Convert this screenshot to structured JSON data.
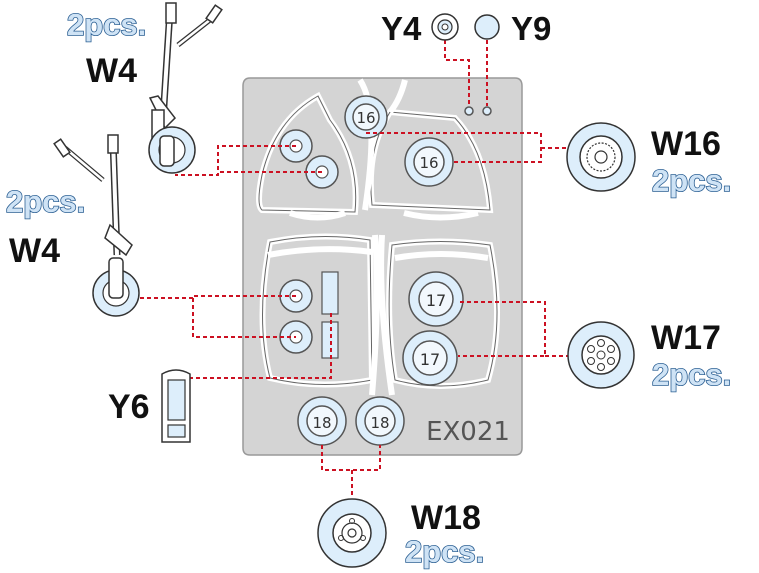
{
  "sheet": {
    "code": "EX021",
    "color": "#d4d4d4"
  },
  "callouts": {
    "w4_top": {
      "code": "W4",
      "qty": "2pcs."
    },
    "w4_left": {
      "code": "W4",
      "qty": "2pcs."
    },
    "y4": {
      "code": "Y4"
    },
    "y9": {
      "code": "Y9"
    },
    "w16": {
      "code": "W16",
      "qty": "2pcs."
    },
    "w17": {
      "code": "W17",
      "qty": "2pcs."
    },
    "w18": {
      "code": "W18",
      "qty": "2pcs."
    },
    "y6": {
      "code": "Y6"
    }
  },
  "mask_numbers": {
    "top_center": "16",
    "right_16": "16",
    "upper_17": "17",
    "lower_17": "17",
    "left_18": "18",
    "right_18": "18"
  },
  "colors": {
    "leader": "#cc1122",
    "mask_fill": "#ddeefb",
    "qty_fill": "#cfe3f5",
    "qty_outline": "#2b5f93"
  }
}
